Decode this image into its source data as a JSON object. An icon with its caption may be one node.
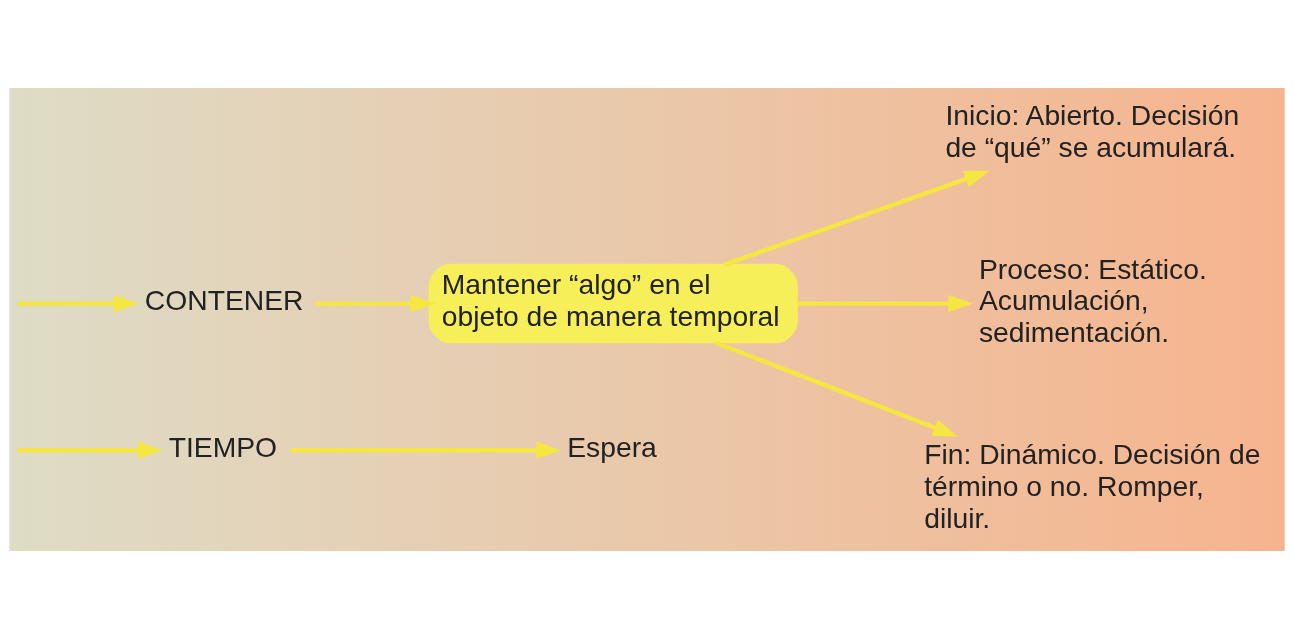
{
  "diagram": {
    "nodes": [
      {
        "text": [
          "TIEMPO"
        ]
      },
      {
        "text": [
          "Espera"
        ]
      },
      {
        "text": [
          "CONTENER"
        ]
      },
      {
        "text": [
          "Mantener “algo” en el objeto de manera temporal"
        ]
      },
      {
        "text": [
          "Inicio: Abierto. Decisión de “qué” se acumulará."
        ]
      },
      {
        "text": [
          "Proceso: Estático. Acumulación, sedimentación."
        ]
      },
      {
        "text": [
          "Fin: Dinámico. Decisión de término o no. Romper, diluir."
        ]
      }
    ],
    "edges": [
      {
        "from": null,
        "to": 0,
        "arrow": "to"
      },
      {
        "from": null,
        "to": 2,
        "arrow": "to"
      },
      {
        "from": 0,
        "to": 1,
        "arrow": "to"
      },
      {
        "from": 2,
        "to": 3,
        "arrow": "to"
      },
      {
        "from": 3,
        "to": 4,
        "arrow": "to"
      },
      {
        "from": 3,
        "to": 5,
        "arrow": "to"
      },
      {
        "from": 3,
        "to": 6,
        "arrow": "to"
      }
    ]
  }
}
